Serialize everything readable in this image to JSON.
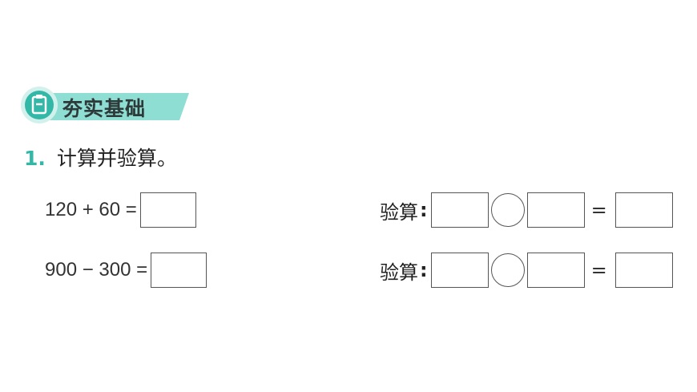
{
  "section": {
    "title": "夯实基础",
    "icon": "clipboard-icon",
    "accent_color": "#33b7a7",
    "banner_color": "#8fded3"
  },
  "question": {
    "number": "1.",
    "text": "计算并验算。"
  },
  "rows": [
    {
      "expression": "120 + 60 =",
      "verify_label": "验算",
      "colon": ":",
      "equals": "="
    },
    {
      "expression": "900 − 300 =",
      "verify_label": "验算",
      "colon": ":",
      "equals": "="
    }
  ]
}
